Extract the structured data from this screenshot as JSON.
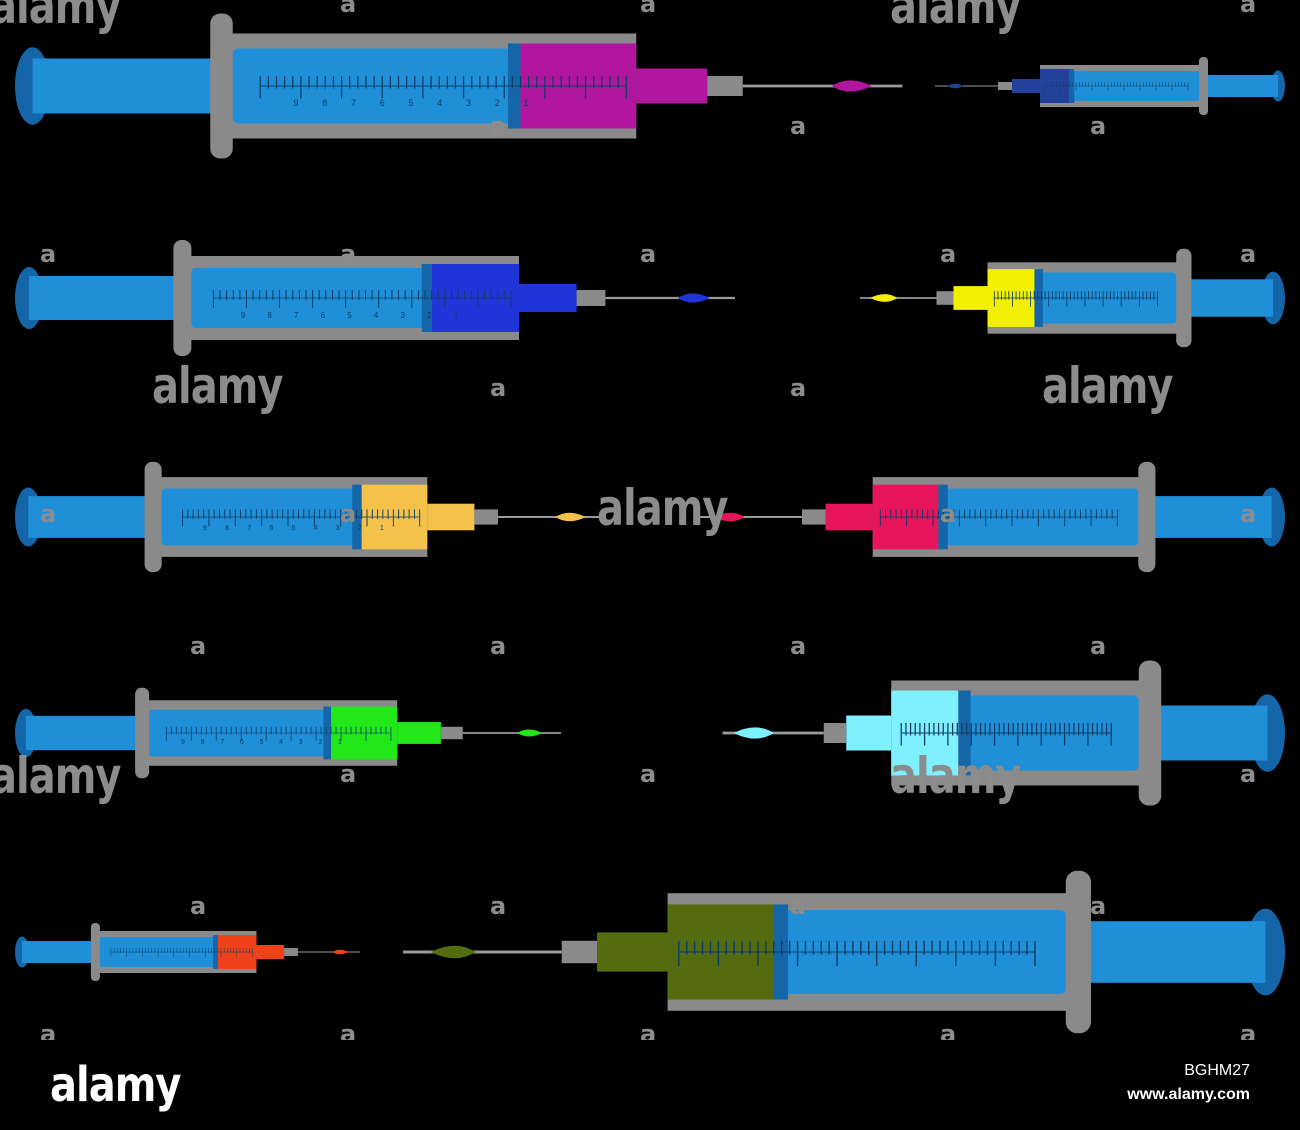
{
  "watermark": {
    "brand": "alamy",
    "small": "a"
  },
  "footer": {
    "brand": "alamy",
    "image_id": "BGHM27",
    "url": "www.alamy.com"
  },
  "colors": {
    "background": "#000000",
    "barrel": "#8a8a8a",
    "plunger": "#1f8fd8",
    "plunger_dark": "#1566a8",
    "needle": "#9a9a9a",
    "watermark": "#8c8c8c"
  },
  "syringe_colors": [
    "#b0169e",
    "#23419a",
    "#1f35d8",
    "#f2f000",
    "#f4c24a",
    "#e8145c",
    "#22e81a",
    "#7ff0ff",
    "#f0421a",
    "#556b10"
  ],
  "scale_numbers": [
    "1",
    "2",
    "3",
    "4",
    "5",
    "6",
    "7",
    "8",
    "9"
  ]
}
